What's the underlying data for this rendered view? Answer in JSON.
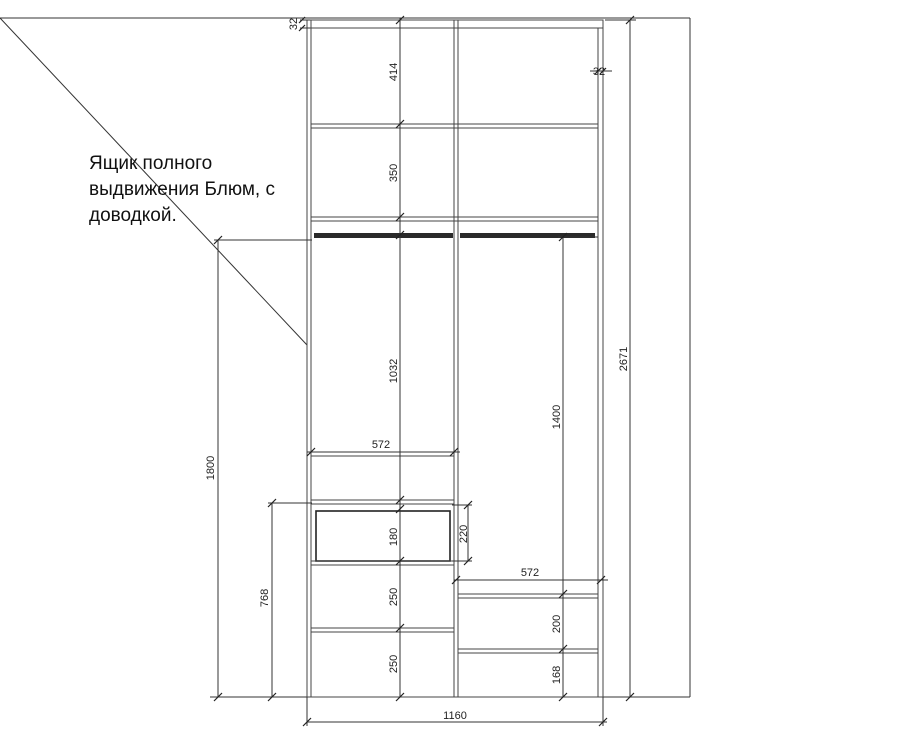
{
  "annotation": {
    "lines": [
      "Ящик полного",
      "выдвижения Блюм, с",
      "доводкой."
    ]
  },
  "dimensions": {
    "top_panel": "32",
    "side_panel": "32",
    "top_shelf_gap": "414",
    "second_shelf_gap": "350",
    "hanging_height": "1032",
    "left_width": "572",
    "drawer_front": "180",
    "drawer_box": "220",
    "lower_shelf_1": "250",
    "lower_shelf_2": "250",
    "right_width": "572",
    "right_rod_height": "1400",
    "right_shelf_1": "200",
    "right_shelf_2": "168",
    "rod_height": "1800",
    "drawer_level": "768",
    "total_height": "2671",
    "total_width": "1160"
  }
}
